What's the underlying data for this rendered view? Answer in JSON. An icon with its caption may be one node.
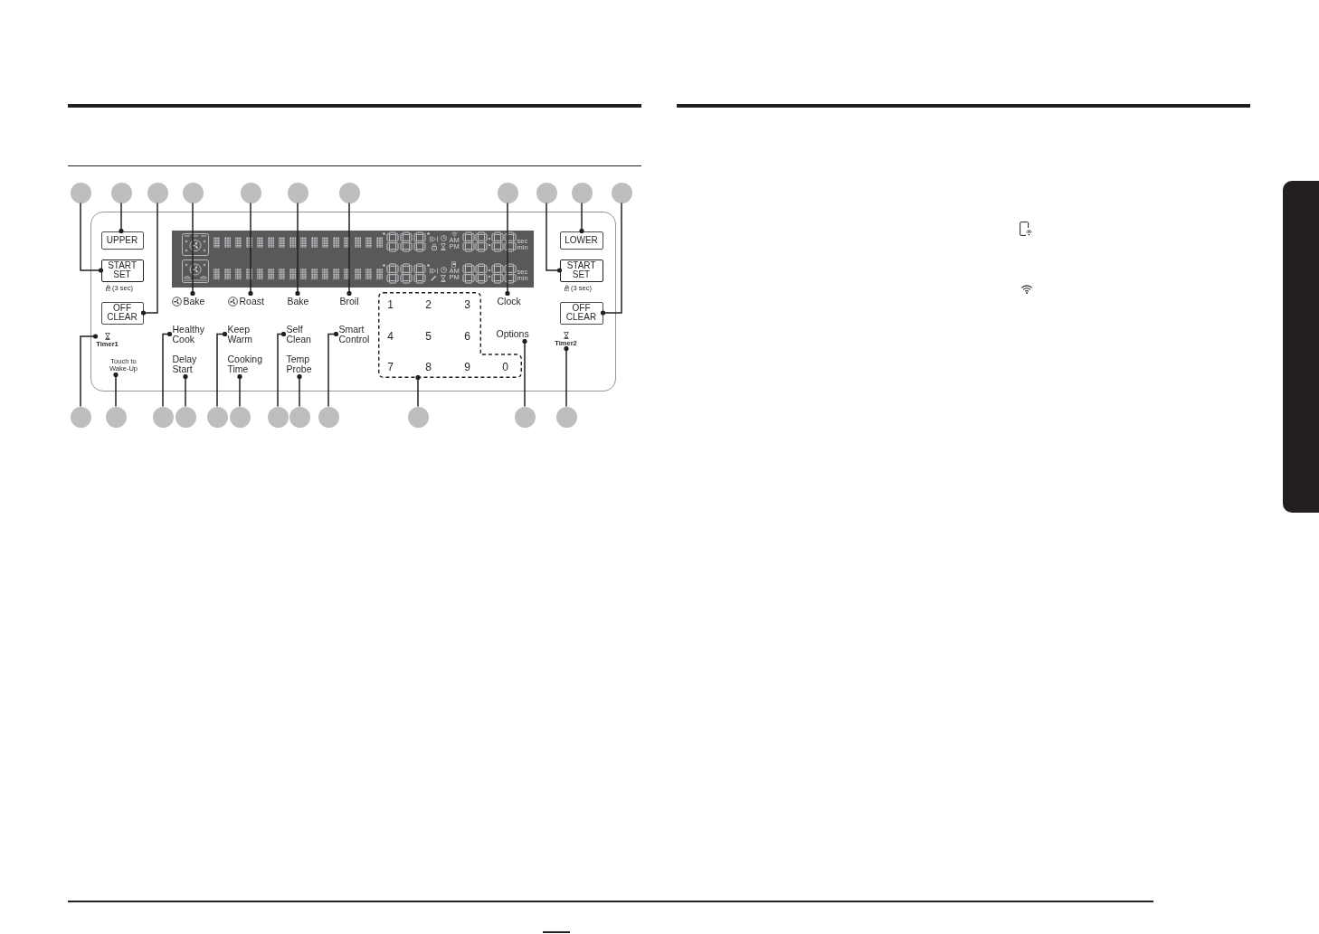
{
  "diagram": {
    "nodes": [
      {
        "text": [],
        "shape": "circle"
      },
      {
        "text": [],
        "shape": "circle"
      },
      {
        "text": [],
        "shape": "circle"
      },
      {
        "text": [],
        "shape": "circle"
      },
      {
        "text": [],
        "shape": "circle"
      },
      {
        "text": [],
        "shape": "circle"
      },
      {
        "text": [],
        "shape": "circle"
      },
      {
        "text": [],
        "shape": "circle"
      },
      {
        "text": [],
        "shape": "circle"
      },
      {
        "text": [],
        "shape": "circle"
      },
      {
        "text": [],
        "shape": "circle"
      },
      {
        "text": [],
        "shape": "box"
      },
      {
        "text": [
          "UPPER"
        ],
        "in": 11
      },
      {
        "text": [
          "START SET"
        ],
        "in": 11,
        "beside": [
          "(3 sec)"
        ]
      },
      {
        "text": [
          "OFF CLEAR"
        ],
        "in": 11
      },
      {
        "text": [
          "Timer1"
        ],
        "in": 11
      },
      {
        "text": [
          "Touch to Wake-Up"
        ],
        "in": 11
      },
      {
        "text": [
          "AM",
          "PM",
          "sec",
          "min",
          "AM",
          "PM",
          "sec",
          "min"
        ],
        "in": 11
      },
      {
        "text": [
          "Bake"
        ],
        "in": 11
      },
      {
        "text": [
          "Roast"
        ],
        "in": 11
      },
      {
        "text": [
          "Bake"
        ],
        "in": 11
      },
      {
        "text": [
          "Broil"
        ],
        "in": 11
      },
      {
        "text": [
          "Healthy Cook"
        ],
        "in": 11
      },
      {
        "text": [
          "Keep Warm"
        ],
        "in": 11
      },
      {
        "text": [
          "Self Clean"
        ],
        "in": 11
      },
      {
        "text": [
          "Smart Control"
        ],
        "in": 11
      },
      {
        "text": [
          "Delay Start"
        ],
        "in": 11
      },
      {
        "text": [
          "Cooking Time"
        ],
        "in": 11
      },
      {
        "text": [
          "Temp Probe"
        ],
        "in": 11
      },
      {
        "text": [
          "1",
          "2",
          "3",
          "4",
          "5",
          "6",
          "7",
          "8",
          "9",
          "0"
        ],
        "in": 11
      },
      {
        "text": [
          "Clock"
        ],
        "in": 11
      },
      {
        "text": [
          "Options"
        ],
        "in": 11
      },
      {
        "text": [
          "LOWER"
        ],
        "in": 11
      },
      {
        "text": [
          "START SET"
        ],
        "in": 11,
        "beside": [
          "(3 sec)"
        ]
      },
      {
        "text": [
          "OFF CLEAR"
        ],
        "in": 11
      },
      {
        "text": [
          "Timer2"
        ],
        "in": 11
      },
      {
        "text": [],
        "shape": "circle"
      },
      {
        "text": [],
        "shape": "circle"
      },
      {
        "text": [],
        "shape": "circle"
      },
      {
        "text": [],
        "shape": "circle"
      },
      {
        "text": [],
        "shape": "circle"
      },
      {
        "text": [],
        "shape": "circle"
      },
      {
        "text": [],
        "shape": "circle"
      },
      {
        "text": [],
        "shape": "circle"
      },
      {
        "text": [],
        "shape": "circle"
      },
      {
        "text": [],
        "shape": "circle"
      },
      {
        "text": [],
        "shape": "circle"
      },
      {
        "text": [],
        "shape": "circle"
      },
      {
        "text": [],
        "shape": "bar"
      }
    ],
    "edges": [
      {
        "from": 0,
        "to": 13,
        "arrow": "other"
      },
      {
        "from": 1,
        "to": 12,
        "arrow": "other"
      },
      {
        "from": 2,
        "to": 14,
        "arrow": "other"
      },
      {
        "from": 3,
        "to": 18,
        "arrow": "other"
      },
      {
        "from": 4,
        "to": 19,
        "arrow": "other"
      },
      {
        "from": 5,
        "to": 20,
        "arrow": "other"
      },
      {
        "from": 6,
        "to": 21,
        "arrow": "other"
      },
      {
        "from": 7,
        "to": 30,
        "arrow": "other"
      },
      {
        "from": 8,
        "to": 33,
        "arrow": "other"
      },
      {
        "from": 9,
        "to": 32,
        "arrow": "other"
      },
      {
        "from": 10,
        "to": 34,
        "arrow": "other"
      },
      {
        "from": 36,
        "to": 15,
        "arrow": "other"
      },
      {
        "from": 37,
        "to": 16,
        "arrow": "other"
      },
      {
        "from": 38,
        "to": 22,
        "arrow": "other"
      },
      {
        "from": 39,
        "to": 26,
        "arrow": "other"
      },
      {
        "from": 40,
        "to": 23,
        "arrow": "other"
      },
      {
        "from": 41,
        "to": 27,
        "arrow": "other"
      },
      {
        "from": 42,
        "to": 24,
        "arrow": "other"
      },
      {
        "from": 43,
        "to": 28,
        "arrow": "other"
      },
      {
        "from": 44,
        "to": 25,
        "arrow": "other"
      },
      {
        "from": 45,
        "to": 29,
        "arrow": "other"
      },
      {
        "from": 46,
        "to": 31,
        "arrow": "other"
      },
      {
        "from": 47,
        "to": 35,
        "arrow": "other"
      }
    ]
  }
}
